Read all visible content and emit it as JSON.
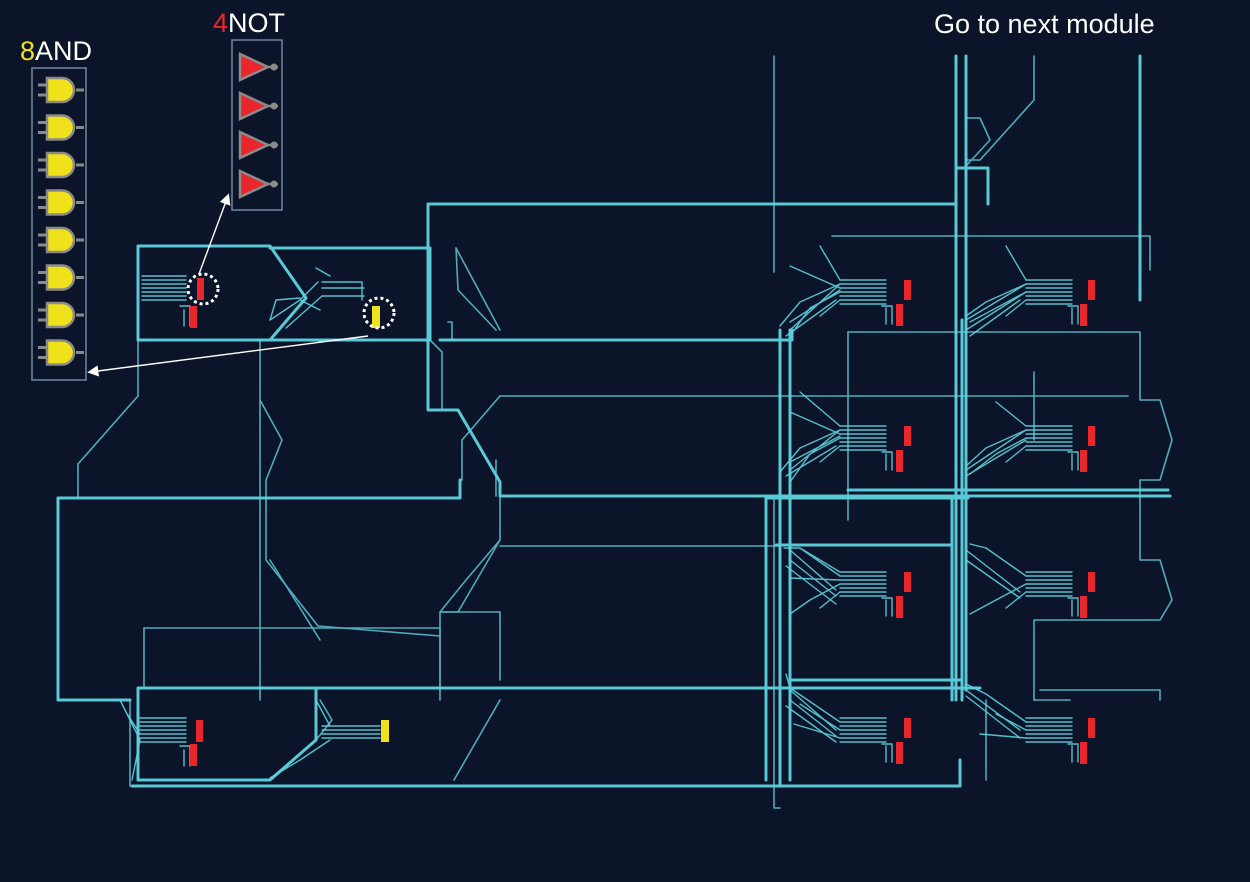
{
  "legend": {
    "and": {
      "count": "8",
      "label": "AND",
      "count_color": "#f0e21a",
      "gate_color": "#f0e21a"
    },
    "not": {
      "count": "4",
      "label": "NOT",
      "count_color": "#e8262c",
      "gate_color": "#e8262c"
    }
  },
  "nav": {
    "next_module": "Go to next module"
  },
  "colors": {
    "background": "#0b1428",
    "wire": "#5fd3e0",
    "pin": "#8a8a8a",
    "highlight_ring": "#ffffff"
  }
}
